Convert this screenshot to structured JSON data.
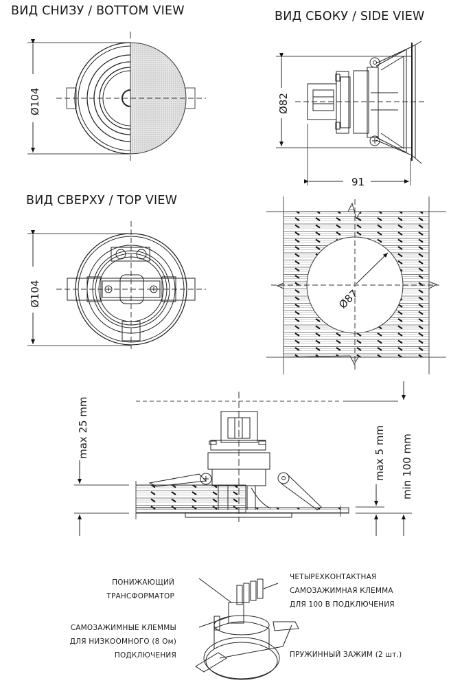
{
  "views": {
    "bottom": {
      "title": "ВИД СНИЗУ / BOTTOM VIEW",
      "diameter_label": "Ø104"
    },
    "side": {
      "title": "ВИД СБОКУ / SIDE VIEW",
      "diameter_label": "Ø82",
      "depth_label": "91"
    },
    "top": {
      "title": "ВИД СВЕРХУ / TOP VIEW",
      "diameter_label": "Ø104"
    },
    "cutout": {
      "diameter_label": "Ø87"
    }
  },
  "installation": {
    "ceiling_max_label": "max 25 mm",
    "flange_max_label": "max 5 mm",
    "clearance_min_label": "min 100 mm"
  },
  "callouts": {
    "transformer": [
      "ПОНИЖАЮЩИЙ",
      "ТРАНСФОРМАТОР"
    ],
    "low_impedance_terminals": [
      "САМОЗАЖИМНЫЕ КЛЕММЫ",
      "ДЛЯ НИЗКООМНОГО (8 Ом)",
      "ПОДКЛЮЧЕНИЯ"
    ],
    "four_pin_terminal": [
      "ЧЕТЫРЕХКОНТАКТНАЯ",
      "САМОЗАЖИМНАЯ КЛЕММА",
      "ДЛЯ 100 В ПОДКЛЮЧЕНИЯ"
    ],
    "spring_clip": [
      "ПРУЖИННЫЙ ЗАЖИМ (2 шт.)"
    ]
  }
}
